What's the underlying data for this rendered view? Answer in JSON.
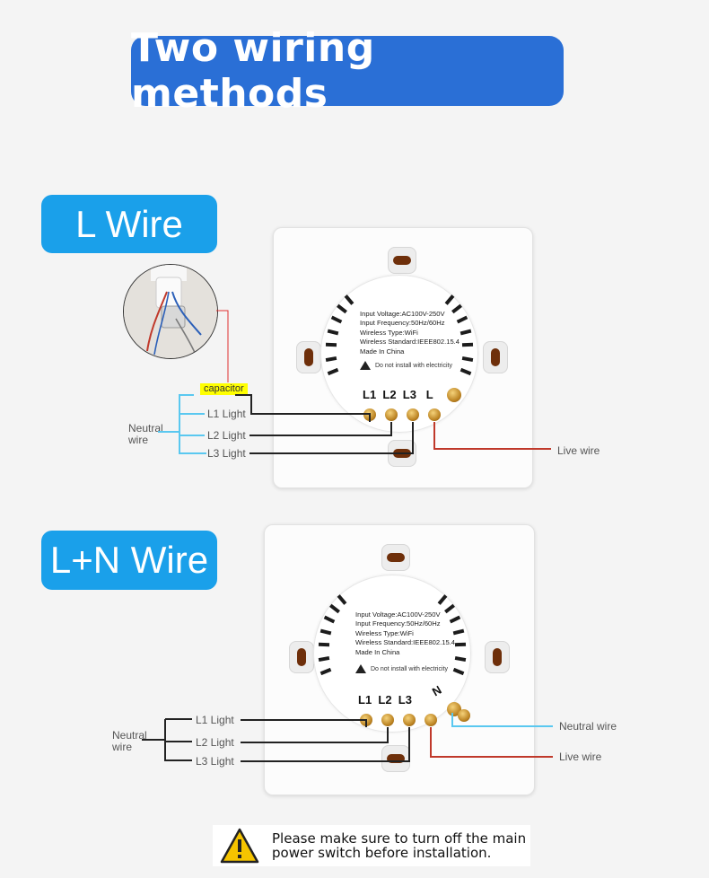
{
  "title": "Two wiring methods",
  "sections": {
    "l_wire": {
      "label": "L Wire",
      "capacitor": "capacitor",
      "neutral_wire_label": "Neutral\nwire",
      "lights": [
        "L1 Light",
        "L2 Light",
        "L3 Light"
      ],
      "live_wire_label": "Live wire",
      "terminals": "L1  L2  L3   L"
    },
    "ln_wire": {
      "label": "L+N Wire",
      "neutral_wire_label": "Neutral\nwire",
      "lights": [
        "L1 Light",
        "L2 Light",
        "L3 Light"
      ],
      "neutral_wire_right": "Neutral wire",
      "live_wire_label": "Live wire",
      "terminals": "L1  L2  L3",
      "terminal_n": "N"
    }
  },
  "device_label": {
    "line1": "Input Voltage:AC100V-250V",
    "line2": "Input Frequency:50Hz/60Hz",
    "line3": "Wireless Type:WiFi",
    "line4": "Wireless Standard:IEEE802.15.4",
    "line5": "Made In China",
    "warning": "Do not install with electricity"
  },
  "warning_notice": {
    "line1": "Please make sure to turn off the main",
    "line2": "power switch before installation."
  },
  "colors": {
    "title_bg": "#2a6fd6",
    "section_bg": "#1aa0ea",
    "neutral_wire": "#5ac8f0",
    "live_wire": "#c0392b",
    "light_wire": "#222222",
    "capacitor_highlight": "#ffff00",
    "warning_yellow": "#f5c400"
  },
  "icons": [
    "warning-triangle-icon"
  ]
}
